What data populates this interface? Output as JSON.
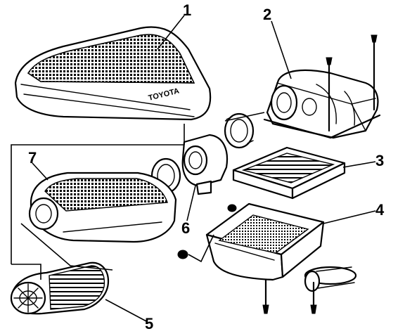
{
  "diagram": {
    "brand_text": "TOYOTA",
    "callouts": [
      {
        "id": "1",
        "label": "1"
      },
      {
        "id": "2",
        "label": "2"
      },
      {
        "id": "3",
        "label": "3"
      },
      {
        "id": "4",
        "label": "4"
      },
      {
        "id": "5",
        "label": "5"
      },
      {
        "id": "6",
        "label": "6"
      },
      {
        "id": "7",
        "label": "7"
      }
    ]
  }
}
